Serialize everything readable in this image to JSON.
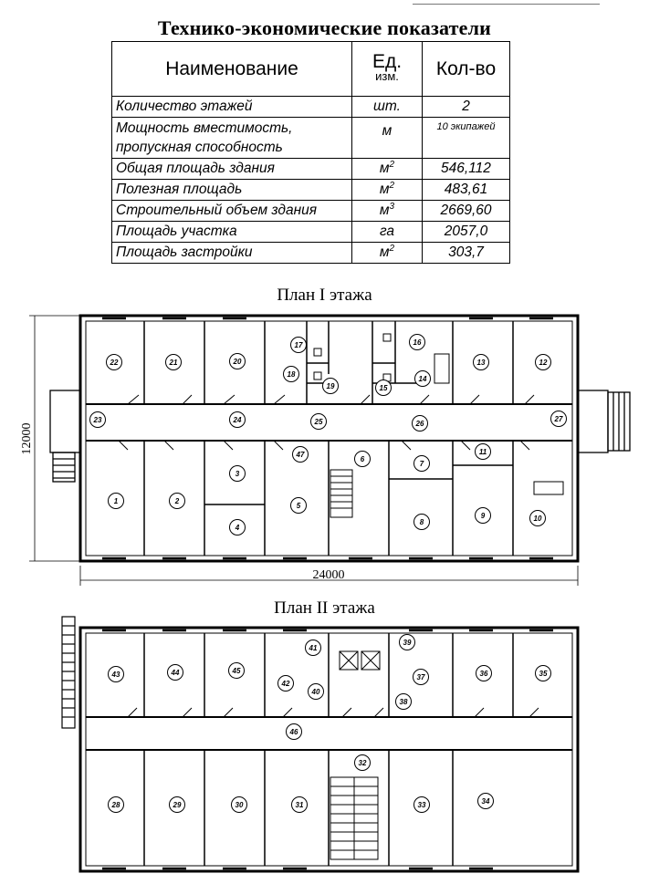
{
  "title": "Технико-экономические показатели",
  "table": {
    "headers": {
      "name": "Наименование",
      "unit_a": "Ед.",
      "unit_b": "изм.",
      "qty": "Кол-во"
    },
    "rows": [
      {
        "name": "Количество этажей",
        "unit": "шт.",
        "sup": "",
        "value": "2"
      },
      {
        "name": "Мощность вместимость, пропускная способность",
        "unit": "м",
        "sup": "",
        "value": "10 экипажей"
      },
      {
        "name": "Общая площадь здания",
        "unit": "м",
        "sup": "2",
        "value": "546,112"
      },
      {
        "name": "Полезная площадь",
        "unit": "м",
        "sup": "2",
        "value": "483,61"
      },
      {
        "name": "Строительный объем здания",
        "unit": "м",
        "sup": "3",
        "value": "2669,60"
      },
      {
        "name": "Площадь участка",
        "unit": "га",
        "sup": "",
        "value": "2057,0"
      },
      {
        "name": "Площадь застройки",
        "unit": "м",
        "sup": "2",
        "value": "303,7"
      }
    ]
  },
  "plan1": {
    "title": "План I этажа",
    "dim_height": "12000",
    "dim_width": "24000",
    "rooms": [
      "1",
      "2",
      "3",
      "4",
      "5",
      "6",
      "7",
      "8",
      "9",
      "10",
      "11",
      "12",
      "13",
      "14",
      "15",
      "16",
      "17",
      "18",
      "19",
      "20",
      "21",
      "22",
      "23",
      "24",
      "25",
      "26",
      "27",
      "47"
    ]
  },
  "plan2": {
    "title": "План II  этажа",
    "rooms": [
      "28",
      "29",
      "30",
      "31",
      "32",
      "33",
      "34",
      "35",
      "36",
      "37",
      "38",
      "39",
      "40",
      "41",
      "42",
      "43",
      "44",
      "45",
      "46"
    ]
  }
}
